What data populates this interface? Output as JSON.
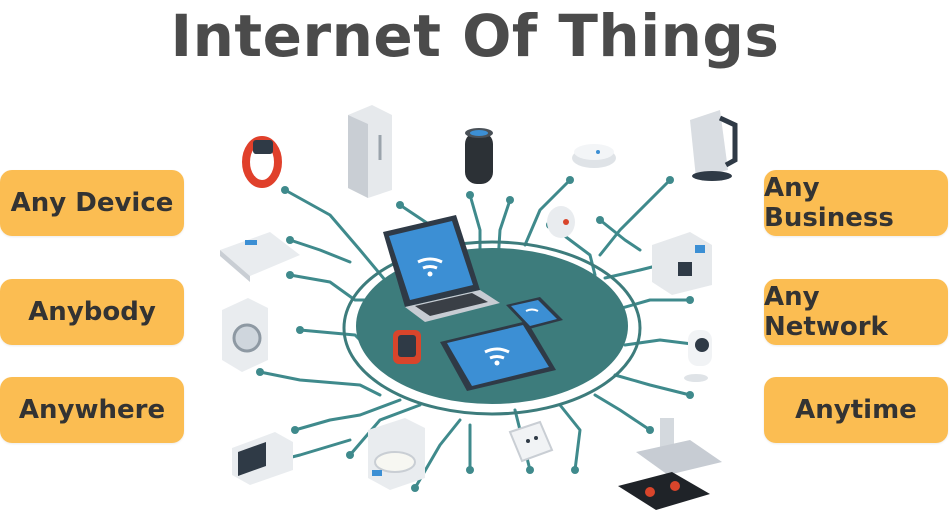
{
  "title": "Internet Of Things",
  "left_tags": [
    "Any Device",
    "Anybody",
    "Anywhere"
  ],
  "right_tags": [
    "Any Business",
    "Any Network",
    "Anytime"
  ],
  "colors": {
    "accent": "#fbbd52",
    "hub": "#3d7c7c",
    "circuit": "#3f8a8c",
    "title": "#4b4b4b",
    "screen": "#3c8fd4"
  },
  "devices": [
    "smartwatch-icon",
    "refrigerator-icon",
    "smart-speaker-icon",
    "smoke-detector-icon",
    "electric-kettle-icon",
    "bathroom-scale-icon",
    "fire-alarm-icon",
    "coffee-machine-icon",
    "washing-machine-icon",
    "security-camera-icon",
    "microwave-icon",
    "rice-cooker-icon",
    "wall-socket-icon",
    "range-hood-icon",
    "laptop-icon",
    "tablet-icon",
    "smartphone-icon"
  ]
}
